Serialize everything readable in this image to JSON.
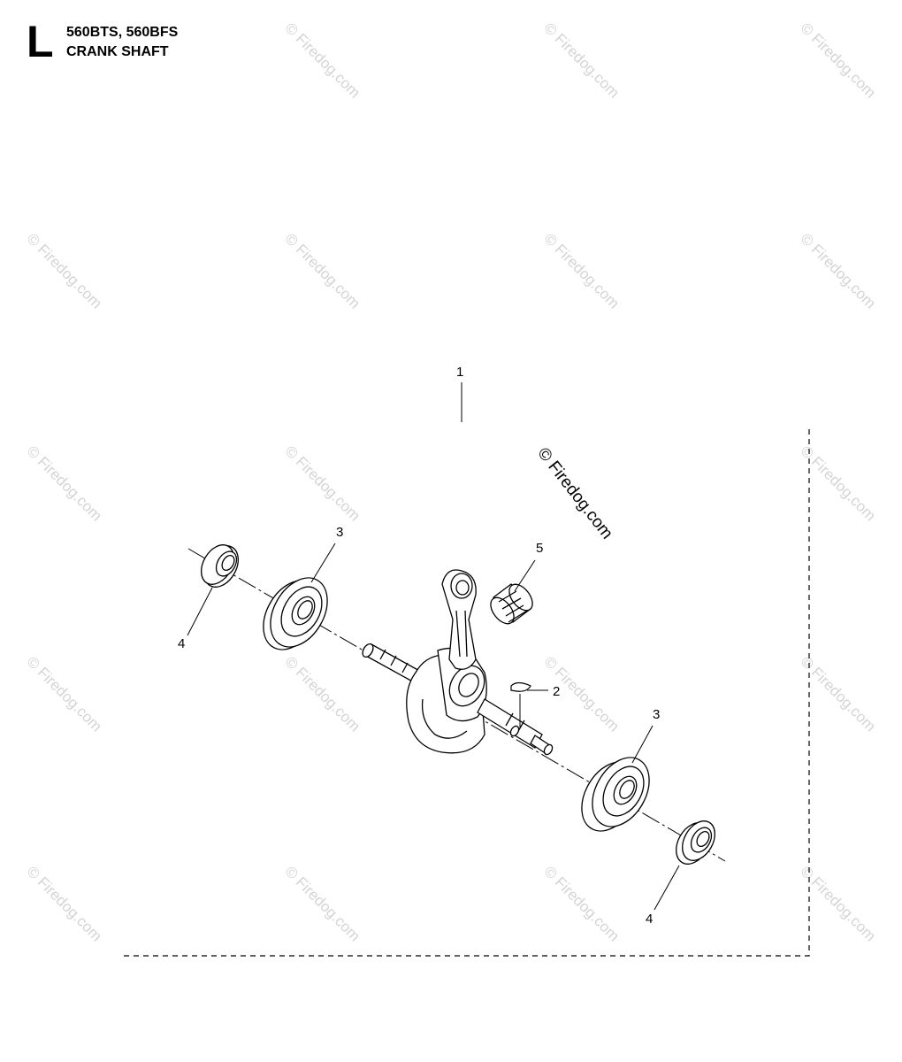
{
  "header": {
    "section_letter": "L",
    "models": "560BTS, 560BFS",
    "title": "CRANK SHAFT"
  },
  "watermark": {
    "text": "© Firedog.com"
  },
  "callouts": {
    "assembly": "1",
    "key": "2",
    "bearing_left": "3",
    "bearing_right": "3",
    "seal_left": "4",
    "seal_right": "4",
    "needle_bearing": "5"
  },
  "colors": {
    "line": "#000000",
    "watermark": "#d4d4d4"
  }
}
